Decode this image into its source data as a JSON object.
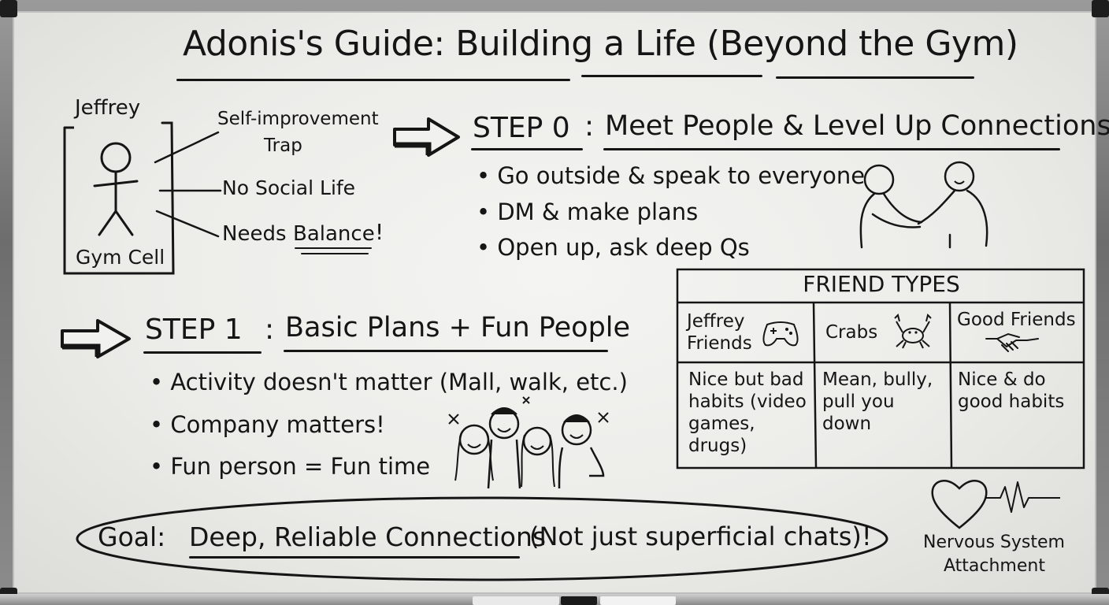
{
  "title": "Adonis's Guide: Building a Life (Beyond the Gym)",
  "jeffrey": {
    "name": "Jeffrey",
    "box_label": "Gym Cell",
    "notes": [
      "Self-improvement",
      "Trap",
      "No Social Life",
      "Needs",
      "Balance",
      "!"
    ]
  },
  "step0": {
    "label": "STEP 0",
    "colon": ":",
    "heading": "Meet People & Level Up Connections",
    "bullets": [
      "Go outside & speak to everyone",
      "DM & make plans",
      "Open up, ask deep Qs"
    ]
  },
  "step1": {
    "label": "STEP 1",
    "colon": ":",
    "heading": "Basic Plans + Fun People",
    "bullets": [
      "Activity doesn't matter (Mall, walk, etc.)",
      "Company matters!",
      "Fun person = Fun time"
    ]
  },
  "friend_types": {
    "title": "FRIEND TYPES",
    "columns": [
      {
        "header_1": "Jeffrey",
        "header_2": "Friends",
        "icon": "game-controller-icon",
        "desc": "Nice but bad habits (video games, drugs)"
      },
      {
        "header_1": "Crabs",
        "icon": "crab-icon",
        "desc": "Mean, bully, pull you down"
      },
      {
        "header_1": "Good Friends",
        "icon": "handshake-icon",
        "desc": "Nice & do good habits"
      }
    ]
  },
  "goal": {
    "prefix": "Goal:",
    "emphasis": "Deep, Reliable Connections",
    "suffix": "(Not just superficial chats)!"
  },
  "nervous": {
    "line1": "Nervous System",
    "line2": "Attachment"
  },
  "colors": {
    "ink": "#151515",
    "board": "#f1f1ef",
    "frame": "#8a8a8a"
  }
}
